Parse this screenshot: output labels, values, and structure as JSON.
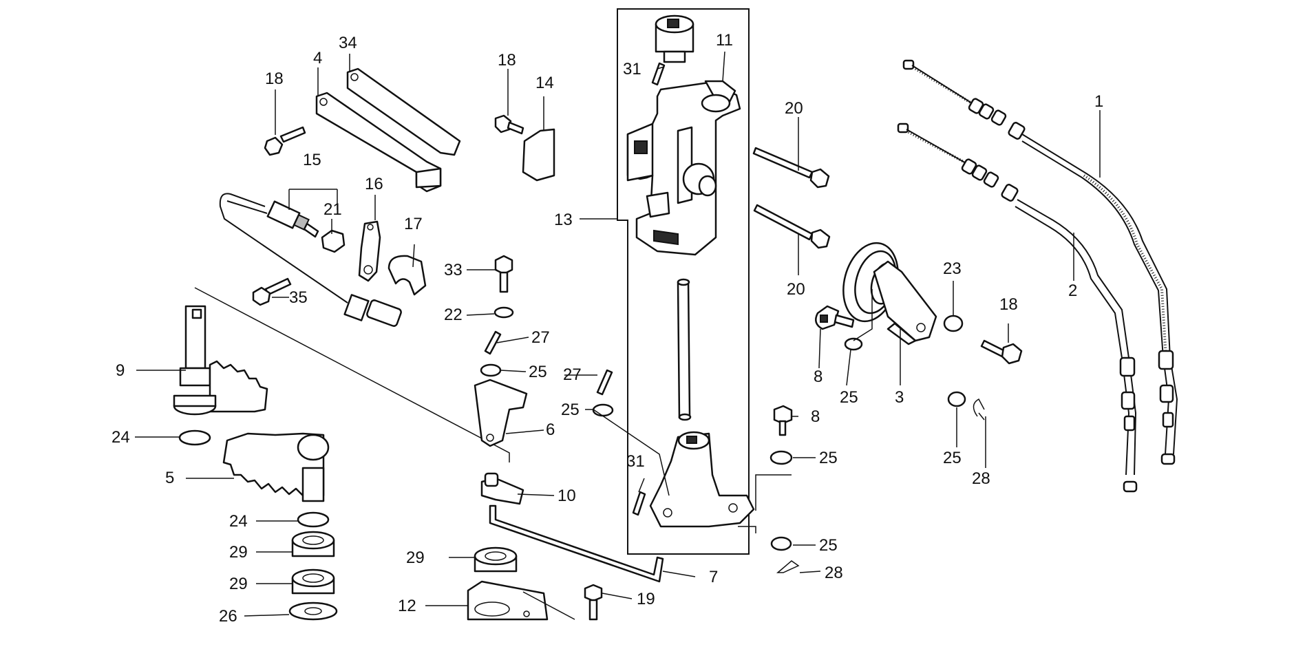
{
  "labels": {
    "l34": "34",
    "l4": "4",
    "l18a": "18",
    "l15": "15",
    "l16": "16",
    "l21": "21",
    "l17": "17",
    "l35": "35",
    "l9": "9",
    "l24a": "24",
    "l5": "5",
    "l24b": "24",
    "l29a": "29",
    "l29b": "29",
    "l26": "26",
    "l18b": "18",
    "l14": "14",
    "l33": "33",
    "l22": "22",
    "l27a": "27",
    "l25a": "25",
    "l6": "6",
    "l27b": "27",
    "l25b": "25",
    "l10": "10",
    "l29c": "29",
    "l12": "12",
    "l31a": "31",
    "l11": "11",
    "l13": "13",
    "l31b": "31",
    "l7": "7",
    "l19": "19",
    "l20a": "20",
    "l20b": "20",
    "l8a": "8",
    "l25c": "25",
    "l3": "3",
    "l8b": "8",
    "l25d": "25",
    "l25e": "25",
    "l28a": "28",
    "l23": "23",
    "l25f": "25",
    "l28b": "28",
    "l18c": "18",
    "l1": "1",
    "l2": "2"
  }
}
